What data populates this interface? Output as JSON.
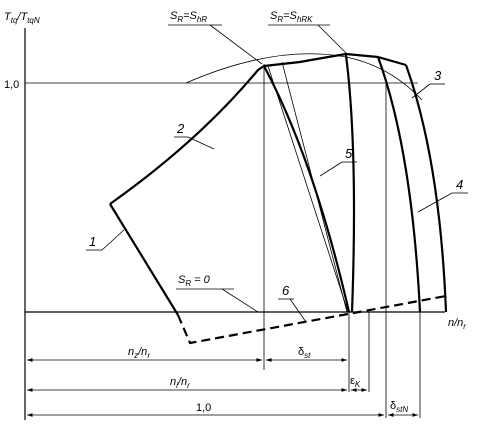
{
  "axes": {
    "y_label_main": "T",
    "y_label_sub": "tq",
    "y_label_sep": "/T",
    "y_label_sub2": "tqN",
    "x_label": "n/n",
    "x_label_sub": "r",
    "y_tick": "1,0"
  },
  "markers": {
    "sr_shr": {
      "s": "S",
      "sub1": "R",
      "eq": "=S",
      "sub2": "hR"
    },
    "sr_shrk": {
      "s": "S",
      "sub1": "R",
      "eq": "=S",
      "sub2": "hRK"
    },
    "sr_zero": {
      "s": "S",
      "sub1": "R",
      "eq": " = 0"
    }
  },
  "curve_labels": [
    "1",
    "2",
    "3",
    "4",
    "5",
    "6"
  ],
  "dimensions": {
    "nz_nr": {
      "a": "n",
      "a_sub": "z",
      "b": "/n",
      "b_sub": "r"
    },
    "delta_st": {
      "sym": "δ",
      "sub": "st"
    },
    "ni_nr": {
      "a": "n",
      "a_sub": "i",
      "b": "/n",
      "b_sub": "r"
    },
    "eps_k": {
      "sym": "ε",
      "sub": "K"
    },
    "one": "1,0",
    "delta_stn": {
      "sym": "δ",
      "sub": "stN"
    }
  }
}
